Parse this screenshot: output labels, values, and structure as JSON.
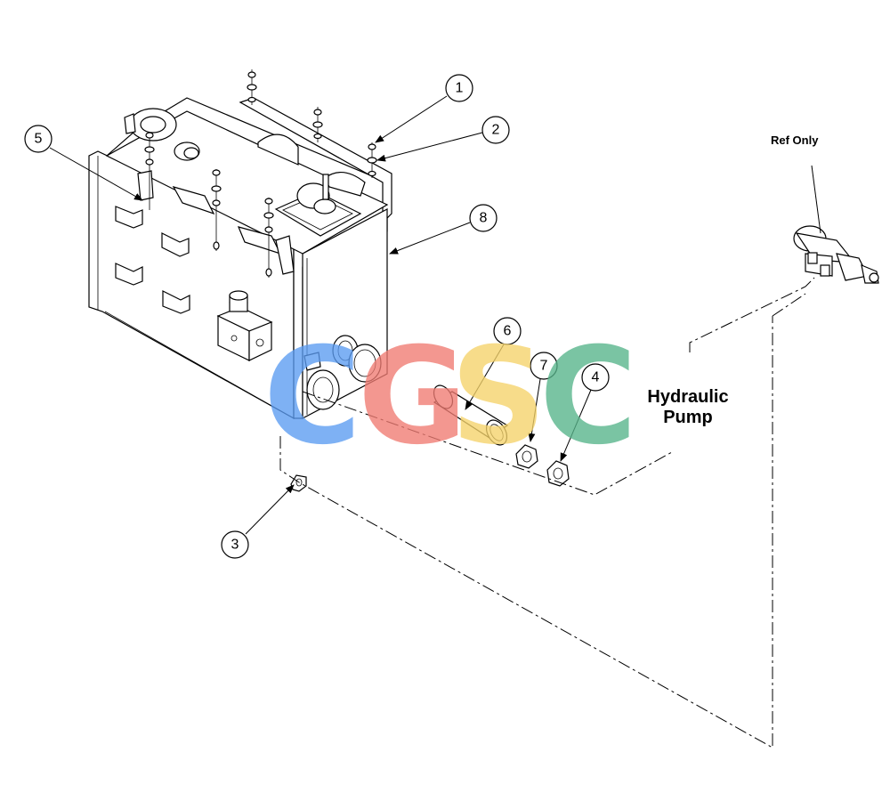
{
  "callouts": {
    "c1": "1",
    "c2": "2",
    "c3": "3",
    "c4": "4",
    "c5": "5",
    "c6": "6",
    "c7": "7",
    "c8": "8"
  },
  "labels": {
    "ref_only": "Ref Only",
    "pump_line1": "Hydraulic",
    "pump_line2": "Pump"
  },
  "watermark": {
    "letters": [
      "C",
      "G",
      "S",
      "C"
    ],
    "colors": [
      "#5b9cf2",
      "#f07b72",
      "#f5d36a",
      "#56b48a"
    ]
  }
}
